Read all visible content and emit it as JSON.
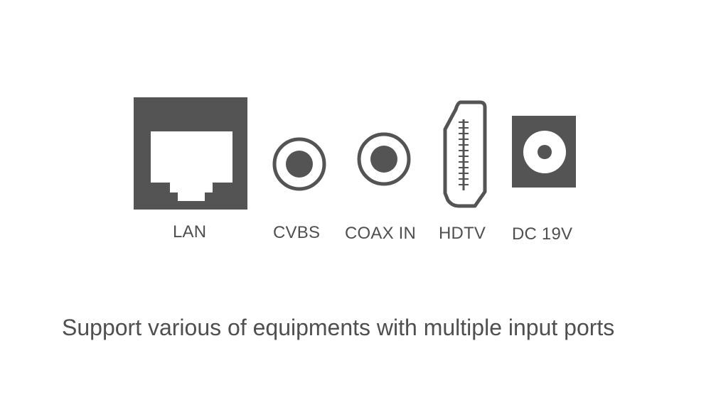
{
  "colors": {
    "port_fill": "#545454",
    "label_text": "#4f4f4f",
    "background": "#ffffff"
  },
  "ports": [
    {
      "id": "lan",
      "label": "LAN",
      "icon": "rj45-icon"
    },
    {
      "id": "cvbs",
      "label": "CVBS",
      "icon": "rca-jack-icon"
    },
    {
      "id": "coax",
      "label": "COAX IN",
      "icon": "rca-jack-icon"
    },
    {
      "id": "hdtv",
      "label": "HDTV",
      "icon": "hdmi-port-icon"
    },
    {
      "id": "dc",
      "label": "DC 19V",
      "icon": "dc-power-jack-icon"
    }
  ],
  "caption": "Support various of equipments with multiple input ports"
}
